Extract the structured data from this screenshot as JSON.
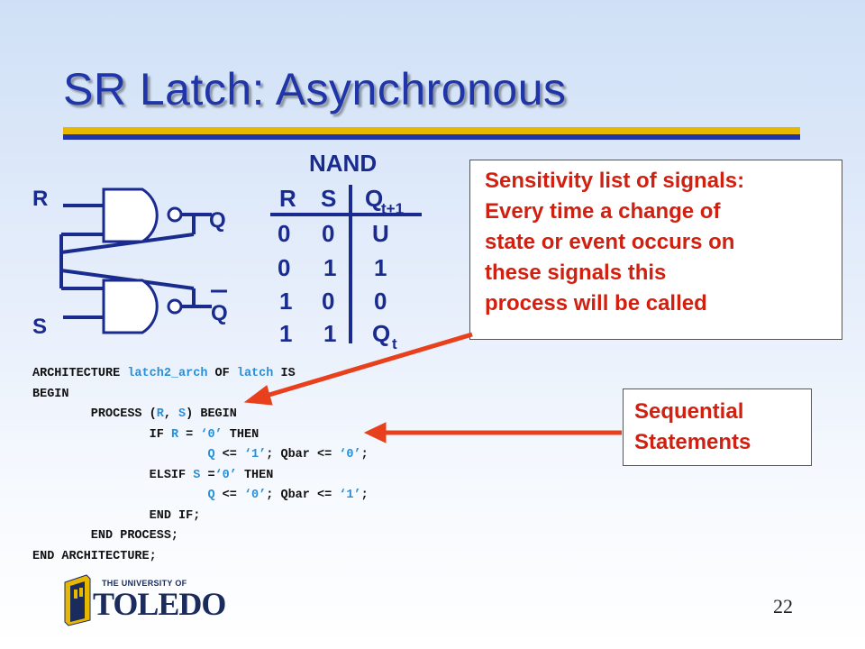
{
  "slide": {
    "title": "SR Latch: Asynchronous",
    "page_number": "22"
  },
  "circuit": {
    "input_r": "R",
    "input_s": "S",
    "output_q": "Q",
    "output_qbar": "Q"
  },
  "truth_table": {
    "heading": "NAND",
    "headers": [
      "R",
      "S",
      "Q",
      "t+1"
    ],
    "rows": [
      [
        "0",
        "0",
        "U",
        ""
      ],
      [
        "0",
        "1",
        "1",
        ""
      ],
      [
        "1",
        "0",
        "0",
        ""
      ],
      [
        "1",
        "1",
        "Q",
        "t"
      ]
    ]
  },
  "callouts": {
    "sensitivity": [
      "Sensitivity list of signals:",
      "Every time a change of",
      "state or event occurs on",
      "these signals this",
      "process will be called"
    ],
    "sequential": [
      "Sequential",
      "Statements"
    ]
  },
  "code": {
    "line1_a": "ARCHITECTURE ",
    "line1_b": "latch2_arch",
    "line1_c": " OF ",
    "line1_d": "latch",
    "line1_e": " IS",
    "line2": "BEGIN",
    "line3_a": "        PROCESS (",
    "line3_b": "R",
    "line3_c": ", ",
    "line3_d": "S",
    "line3_e": ") BEGIN",
    "line4_a": "                IF ",
    "line4_b": "R",
    "line4_c": " = ",
    "line4_d": "‘0’",
    "line4_e": " THEN",
    "line5_a": "                        ",
    "line5_b": "Q",
    "line5_c": " <= ",
    "line5_d": "‘1’",
    "line5_e": "; Qbar <= ",
    "line5_f": "‘0’",
    "line5_g": ";",
    "line6_a": "                ELSIF ",
    "line6_b": "S",
    "line6_c": " =",
    "line6_d": "‘0’",
    "line6_e": " THEN",
    "line7_a": "                        ",
    "line7_b": "Q",
    "line7_c": " <= ",
    "line7_d": "‘0’",
    "line7_e": "; Qbar <= ",
    "line7_f": "‘1’",
    "line7_g": ";",
    "line8": "                END IF;",
    "line9": "        END PROCESS;",
    "line10": "END ARCHITECTURE;"
  },
  "logo": {
    "small_text": "THE UNIVERSITY OF",
    "big_text": "TOLEDO"
  },
  "colors": {
    "title": "#1f35a8",
    "callout_text": "#d22010",
    "arrow": "#e8401c",
    "accent_yellow": "#e8b800",
    "code_highlight": "#2a8fd6"
  }
}
